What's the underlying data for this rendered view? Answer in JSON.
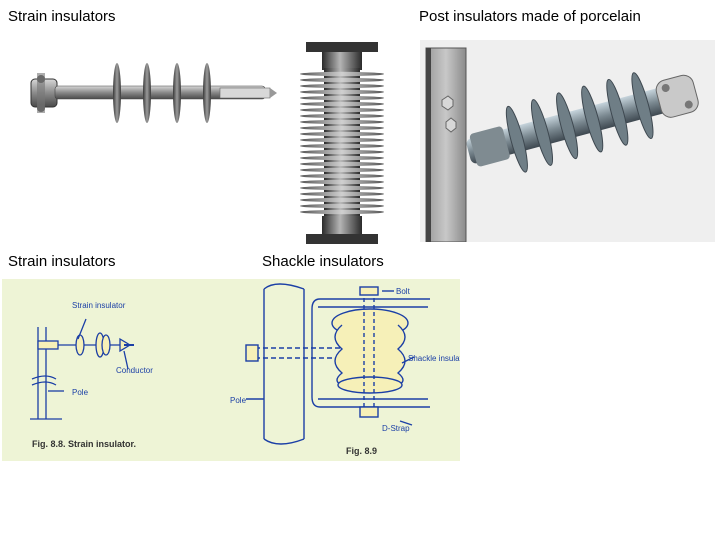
{
  "slide": {
    "captions": {
      "top_left": "Strain insulators",
      "top_right": "Post insulators made of porcelain",
      "middle_left": "Strain insulators",
      "middle_center": "Shackle insulators"
    },
    "fig_strain": {
      "label_strain_insulator": "Strain insulator",
      "label_conductor": "Conductor",
      "label_pole": "Pole",
      "figure_caption": "Fig. 8.8.  Strain insulator."
    },
    "fig_shackle": {
      "label_bolt": "Bolt",
      "label_shackle_insulator": "Shackle insulator",
      "label_pole": "Pole",
      "label_d_strap": "D-Strap",
      "figure_caption": "Fig. 8.9"
    },
    "colors": {
      "diagram_background": "#eef4d6",
      "diagram_line": "#1b3fa6",
      "insulator_fill": "#f6f0b8"
    }
  }
}
